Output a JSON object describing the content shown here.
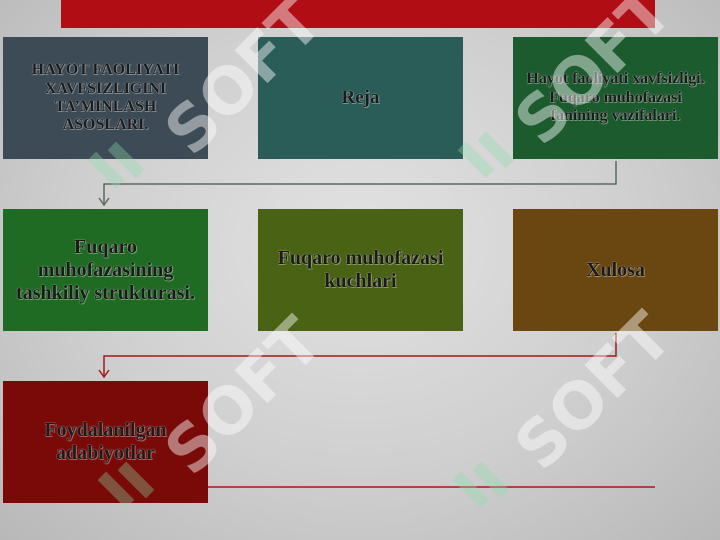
{
  "slide": {
    "cards": [
      {
        "text": "HAYOT FAOLIYATI XAVFSIZLIGINI TA’MINLASH ASOSLARI."
      },
      {
        "text": "Reja"
      },
      {
        "text": "Hayot faoliyati xavfsizligi. Fuqaro muhofazasi fanining vazifalari."
      },
      {
        "text": "Fuqaro muhofazasining tashkiliy strukturasi."
      },
      {
        "text": "Fuqaro muhofazasi kuchlari"
      },
      {
        "text": "Xulosa"
      },
      {
        "text": "Foydalanilgan adabiyotlar"
      }
    ],
    "watermark": "SOFT"
  },
  "colors": {
    "top_bar": "#b00e14",
    "connector": "#a11a1a"
  }
}
